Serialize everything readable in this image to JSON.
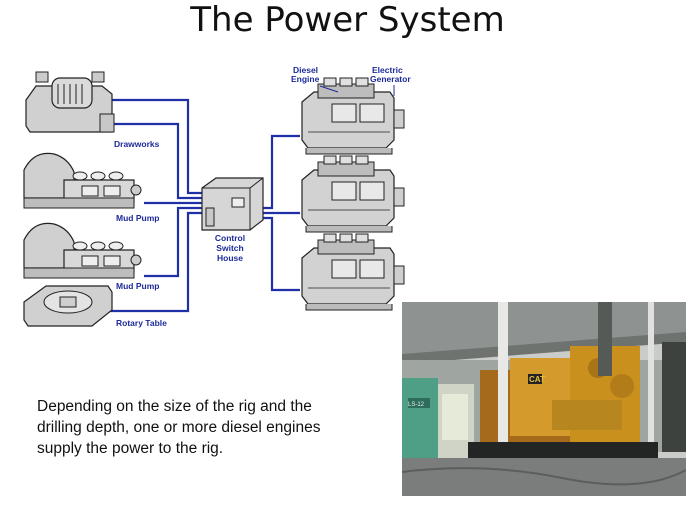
{
  "slide": {
    "title": "The Power System",
    "body": "Depending on the size of the rig and the drilling depth, one or more diesel engines supply the power to the rig."
  },
  "diagram": {
    "labels": {
      "drawworks": "Drawworks",
      "mud_pump_1": "Mud Pump",
      "mud_pump_2": "Mud Pump",
      "rotary_table": "Rotary Table",
      "control_1": "Control",
      "control_2": "Switch",
      "control_3": "House",
      "diesel_1": "Diesel",
      "diesel_2": "Engine",
      "generator_1": "Electric",
      "generator_2": "Generator"
    },
    "line_color": "#1f2fa6",
    "label_color": "#1c2a9a"
  },
  "photo": {
    "brand_badge": "CAT",
    "container_label": "LS-12"
  }
}
